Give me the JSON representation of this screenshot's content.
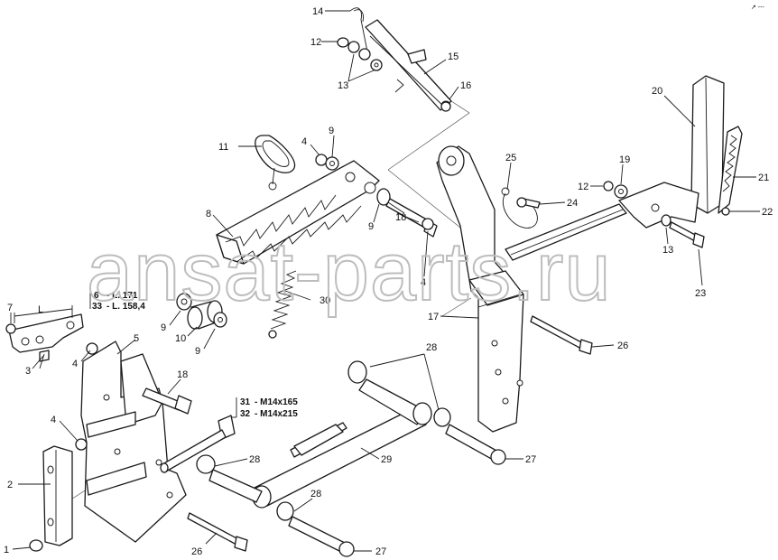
{
  "watermark": "ansat-parts.ru",
  "corner_mark": "↗ ---",
  "callouts": {
    "c1": "1",
    "c2": "2",
    "c3": "3",
    "c4a": "4",
    "c4b": "4",
    "c4c": "4",
    "c4d": "4",
    "c5": "5",
    "c7": "7",
    "c8": "8",
    "c9a": "9",
    "c9b": "9",
    "c9c": "9",
    "c9d": "9",
    "c10": "10",
    "c11": "11",
    "c12a": "12",
    "c12b": "12",
    "c13a": "13",
    "c13b": "13",
    "c14": "14",
    "c15": "15",
    "c16": "16",
    "c17": "17",
    "c18a": "18",
    "c18b": "18",
    "c19": "19",
    "c20": "20",
    "c21": "21",
    "c22": "22",
    "c23": "23",
    "c24": "24",
    "c25": "25",
    "c26a": "26",
    "c26b": "26",
    "c27a": "27",
    "c27b": "27",
    "c28a": "28",
    "c28b": "28",
    "c28c": "28",
    "c29": "29",
    "c30": "30"
  },
  "length_table": {
    "dim_symbol": "L",
    "row1_ref": "6",
    "row1_value": "- L. 171",
    "row2_ref": "33",
    "row2_value": "- L. 158,4"
  },
  "bolt_table": {
    "row1_ref": "31",
    "row1_value": "- M14x165",
    "row2_ref": "32",
    "row2_value": "- M14x215"
  }
}
